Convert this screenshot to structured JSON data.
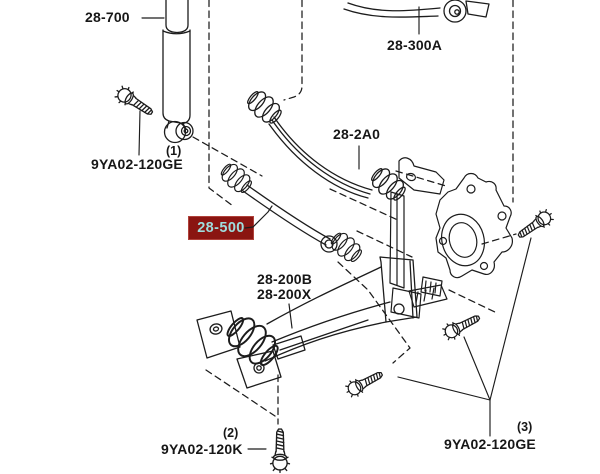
{
  "diagram": {
    "title": "rear suspension exploded parts diagram",
    "background": "#ffffff",
    "line_color": "#1c1c1c",
    "highlight": {
      "box_fill": "#8a1511",
      "box_border": "#b0413a",
      "text_color": "#9fdede"
    },
    "labels": {
      "shock": {
        "part_number": "28-700"
      },
      "upper_link": {
        "part_number": "28-300A"
      },
      "upper_arm": {
        "part_number": "28-2A0"
      },
      "lateral_link": {
        "part_number": "28-500",
        "highlighted": true
      },
      "trailing_arm_b": {
        "part_number": "28-200B"
      },
      "trailing_arm_x": {
        "part_number": "28-200X"
      },
      "bolt1": {
        "part_number": "9YA02-120GE",
        "qty": "(1)"
      },
      "bolt2": {
        "part_number": "9YA02-120K",
        "qty": "(2)"
      },
      "bolt3": {
        "part_number": "9YA02-120GE",
        "qty": "(3)"
      }
    }
  }
}
